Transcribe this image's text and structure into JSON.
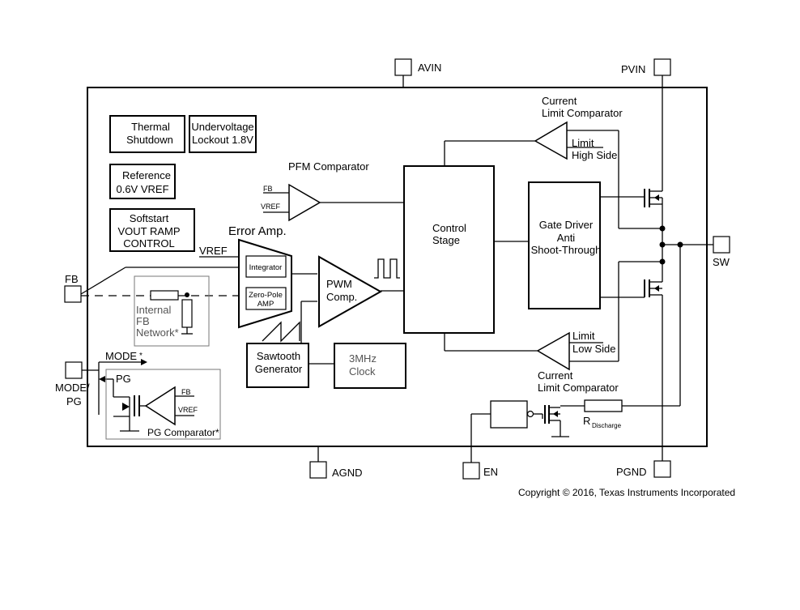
{
  "pins": {
    "avin": "AVIN",
    "pvin": "PVIN",
    "fb": "FB",
    "sw": "SW",
    "mode_pg_1": "MODE/",
    "mode_pg_2": "PG",
    "agnd": "AGND",
    "en": "EN",
    "pgnd": "PGND"
  },
  "blocks": {
    "thermal_1": "Thermal",
    "thermal_2": "Shutdown",
    "uvlo_1": "Undervoltage",
    "uvlo_2": "Lockout 1.8V",
    "reference_1": "Reference",
    "reference_2": "0.6V VREF",
    "softstart_1": "Softstart",
    "softstart_2": "VOUT RAMP",
    "softstart_3": "CONTROL",
    "control_1": "Control",
    "control_2": "Stage",
    "gate_1": "Gate Driver",
    "gate_2": "Anti",
    "gate_3": "Shoot-Through",
    "pwm_1": "PWM",
    "pwm_2": "Comp.",
    "sawtooth_1": "Sawtooth",
    "sawtooth_2": "Generator",
    "clock_1": "3MHz",
    "clock_2": "Clock",
    "integrator": "Integrator",
    "zeropole_1": "Zero-Pole",
    "zeropole_2": "AMP",
    "error_amp": "Error Amp."
  },
  "labels": {
    "pfm_comparator": "PFM Comparator",
    "pfm_fb": "FB",
    "pfm_vref": "VREF",
    "vref_erramp": "VREF",
    "internal_fb_1": "Internal",
    "internal_fb_2": "FB",
    "internal_fb_3": "Network*",
    "mode": "MODE",
    "mode_star": "*",
    "pg": "PG",
    "pg_fb": "FB",
    "pg_vref": "VREF",
    "pg_comparator": "PG Comparator*",
    "clim_top_1": "Current",
    "clim_top_2": "Limit Comparator",
    "limit_hs_1": "Limit",
    "limit_hs_2": "High Side",
    "limit_ls_1": "Limit",
    "limit_ls_2": "Low Side",
    "clim_bot_1": "Current",
    "clim_bot_2": "Limit Comparator",
    "r_dis_main": "R",
    "r_dis_sub": "Discharge"
  },
  "copyright": "Copyright © 2016, Texas Instruments Incorporated"
}
